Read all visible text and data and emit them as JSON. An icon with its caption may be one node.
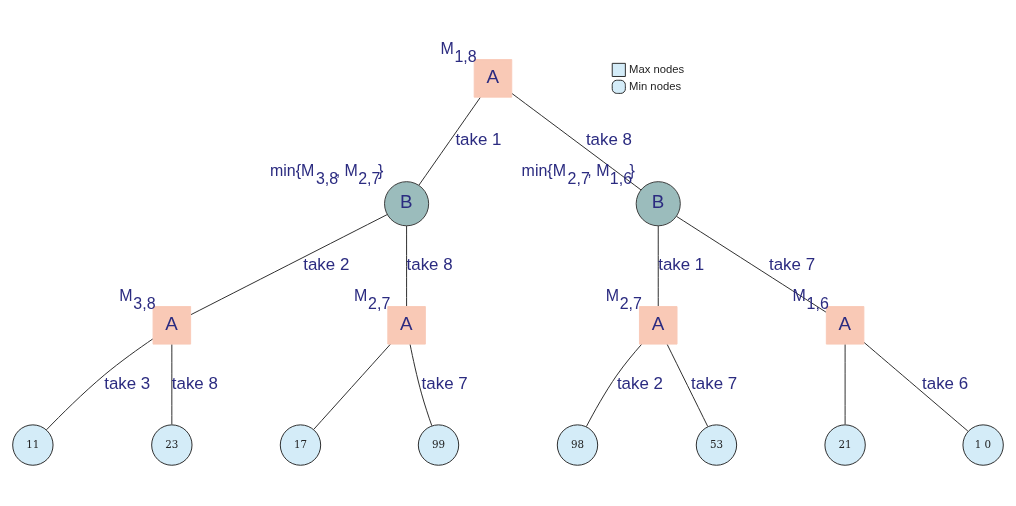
{
  "diagram": {
    "nodes": [
      {
        "text": [
          "A"
        ],
        "beside": [
          "M$_{1,8}$"
        ]
      },
      {
        "text": [
          "B"
        ],
        "beside": [
          "min{M$_{3,8}$, M$_{2,7}$}"
        ]
      },
      {
        "text": [
          "B"
        ],
        "beside": [
          "min{M$_{2,7}$, M$_{1,6}$}"
        ]
      },
      {
        "text": [
          "A"
        ],
        "beside": [
          "M$_{3,8}$"
        ]
      },
      {
        "text": [
          "A"
        ],
        "beside": [
          "M$_{2,7}$"
        ]
      },
      {
        "text": [
          "A"
        ],
        "beside": [
          "M$_{2,7}$"
        ]
      },
      {
        "text": [
          "A"
        ],
        "beside": [
          "M$_{1,6}$"
        ]
      },
      {
        "text": [
          "11"
        ]
      },
      {
        "text": [
          "23"
        ]
      },
      {
        "text": [
          "17"
        ]
      },
      {
        "text": [
          "99"
        ]
      },
      {
        "text": [
          "98"
        ]
      },
      {
        "text": [
          "53"
        ]
      },
      {
        "text": [
          "21"
        ]
      },
      {
        "text": [
          "1 0"
        ]
      }
    ],
    "edges": [
      {
        "from": 0,
        "to": 1,
        "arrow": "none",
        "label": "take 1"
      },
      {
        "from": 0,
        "to": 2,
        "arrow": "none",
        "label": "take 8"
      },
      {
        "from": 1,
        "to": 3,
        "arrow": "none",
        "label": "take 2"
      },
      {
        "from": 1,
        "to": 4,
        "arrow": "none",
        "label": "take 8"
      },
      {
        "from": 2,
        "to": 5,
        "arrow": "none",
        "label": "take 1"
      },
      {
        "from": 2,
        "to": 6,
        "arrow": "none",
        "label": "take 7"
      },
      {
        "from": 3,
        "to": 7,
        "arrow": "none",
        "label": "take 3"
      },
      {
        "from": 3,
        "to": 8,
        "arrow": "none",
        "label": "take 8"
      },
      {
        "from": 4,
        "to": 9,
        "arrow": "none"
      },
      {
        "from": 4,
        "to": 10,
        "arrow": "none",
        "label": "take 7"
      },
      {
        "from": 5,
        "to": 11,
        "arrow": "none",
        "label": "take 2"
      },
      {
        "from": 5,
        "to": 12,
        "arrow": "none",
        "label": "take 7"
      },
      {
        "from": 6,
        "to": 13,
        "arrow": "none"
      },
      {
        "from": 6,
        "to": 14,
        "arrow": "none",
        "label": "take 6"
      }
    ],
    "legend": [
      {
        "text": "Max nodes"
      },
      {
        "text": "Min nodes"
      }
    ]
  }
}
